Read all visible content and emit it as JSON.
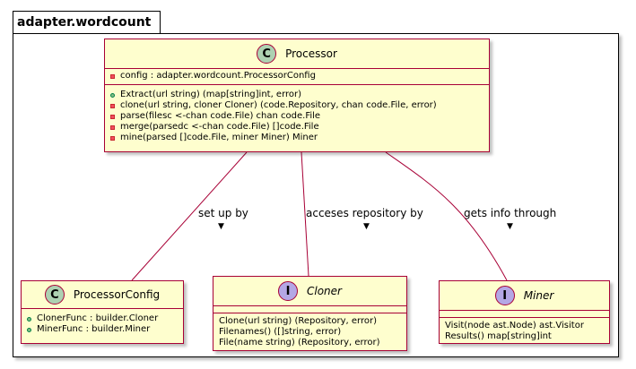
{
  "package": {
    "name": "adapter.wordcount"
  },
  "classes": {
    "processor": {
      "stereotype": "C",
      "name": "Processor",
      "fields": [
        {
          "visibility": "private",
          "text": "config : adapter.wordcount.ProcessorConfig"
        }
      ],
      "methods": [
        {
          "visibility": "public",
          "text": "Extract(url string) (map[string]int, error)"
        },
        {
          "visibility": "private",
          "text": "clone(url string, cloner Cloner) (code.Repository, chan code.File, error)"
        },
        {
          "visibility": "private",
          "text": "parse(filesc <-chan code.File) chan code.File"
        },
        {
          "visibility": "private",
          "text": "merge(parsedc <-chan code.File) []code.File"
        },
        {
          "visibility": "private",
          "text": "mine(parsed []code.File, miner Miner) Miner"
        }
      ]
    },
    "processor_config": {
      "stereotype": "C",
      "name": "ProcessorConfig",
      "fields": [
        {
          "visibility": "public",
          "text": "ClonerFunc : builder.Cloner"
        },
        {
          "visibility": "public",
          "text": "MinerFunc : builder.Miner"
        }
      ]
    },
    "cloner": {
      "stereotype": "I",
      "name": "Cloner",
      "methods": [
        {
          "text": "Clone(url string) (Repository, error)"
        },
        {
          "text": "Filenames() ([]string, error)"
        },
        {
          "text": "File(name string) (Repository, error)"
        }
      ]
    },
    "miner": {
      "stereotype": "I",
      "name": "Miner",
      "methods": [
        {
          "text": "Visit(node ast.Node) ast.Visitor"
        },
        {
          "text": "Results() map[string]int"
        }
      ]
    }
  },
  "relations": {
    "config": {
      "label": "set up by",
      "arrow": "▼"
    },
    "cloner": {
      "label": "acceses repository by",
      "arrow": "▼"
    },
    "miner": {
      "label": "gets info through",
      "arrow": "▼"
    }
  },
  "colors": {
    "class_fill": "#FEFECE",
    "class_border": "#A80036",
    "class_badge": "#ADD1B2",
    "interface_badge": "#B4A7E5",
    "public_marker": "#84BE84",
    "private_marker": "#F24D5C"
  }
}
